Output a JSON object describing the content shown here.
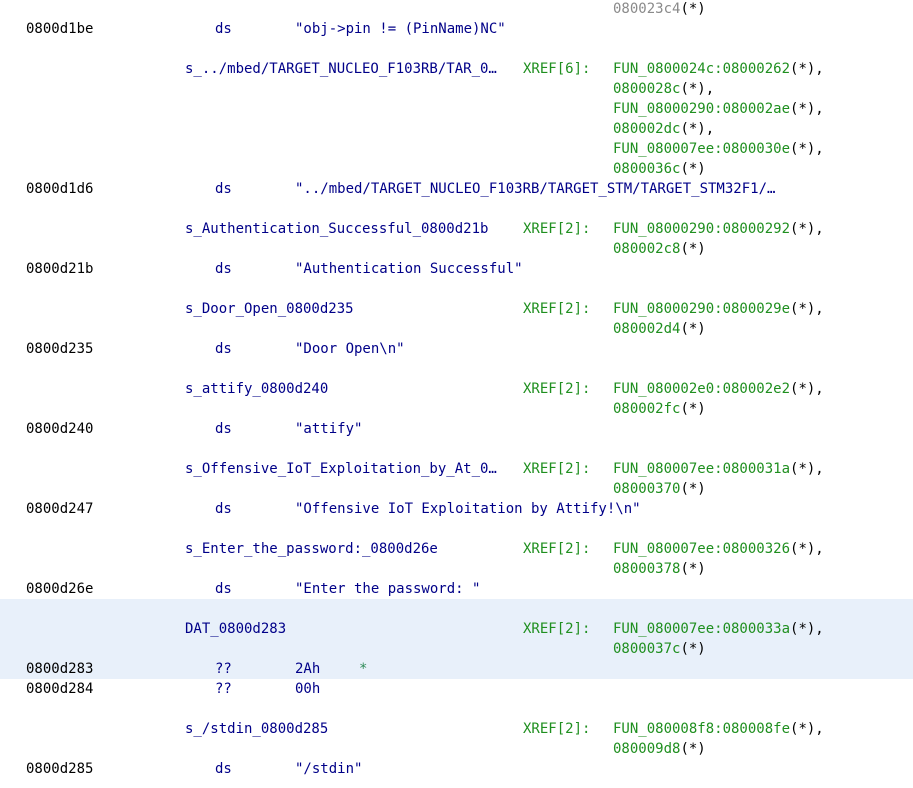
{
  "colors": {
    "address": "#000000",
    "mnemonic": "#000088",
    "label": "#000088",
    "xref": "#1f8f1f",
    "ref_collapsed": "#8a8a8a",
    "selection": "#e8f0fa"
  },
  "rows": [
    {
      "kind": "ref",
      "ref": "080023c4",
      "suffix": "(*)",
      "gray": true
    },
    {
      "kind": "data",
      "addr": "0800d1be",
      "mnem": "ds",
      "oper": "\"obj->pin != (PinName)NC\""
    },
    {
      "kind": "blank"
    },
    {
      "kind": "label",
      "label": "s_../mbed/TARGET_NUCLEO_F103RB/TAR_0…",
      "trunc": true,
      "xref": "XREF[6]:",
      "ref": "FUN_0800024c:08000262",
      "suffix": "(*),"
    },
    {
      "kind": "ref",
      "ref": "0800028c",
      "suffix": "(*),"
    },
    {
      "kind": "ref",
      "ref": "FUN_08000290:080002ae",
      "suffix": "(*),"
    },
    {
      "kind": "ref",
      "ref": "080002dc",
      "suffix": "(*),"
    },
    {
      "kind": "ref",
      "ref": "FUN_080007ee:0800030e",
      "suffix": "(*),"
    },
    {
      "kind": "ref",
      "ref": "0800036c",
      "suffix": "(*)"
    },
    {
      "kind": "data",
      "addr": "0800d1d6",
      "mnem": "ds",
      "oper": "\"../mbed/TARGET_NUCLEO_F103RB/TARGET_STM/TARGET_STM32F1/…"
    },
    {
      "kind": "blank"
    },
    {
      "kind": "label",
      "label": "s_Authentication_Successful_0800d21b",
      "xref": "XREF[2]:",
      "ref": "FUN_08000290:08000292",
      "suffix": "(*),"
    },
    {
      "kind": "ref",
      "ref": "080002c8",
      "suffix": "(*)"
    },
    {
      "kind": "data",
      "addr": "0800d21b",
      "mnem": "ds",
      "oper": "\"Authentication Successful\""
    },
    {
      "kind": "blank"
    },
    {
      "kind": "label",
      "label": "s_Door_Open_0800d235",
      "xref": "XREF[2]:",
      "ref": "FUN_08000290:0800029e",
      "suffix": "(*),"
    },
    {
      "kind": "ref",
      "ref": "080002d4",
      "suffix": "(*)"
    },
    {
      "kind": "data",
      "addr": "0800d235",
      "mnem": "ds",
      "oper": "\"Door Open\\n\""
    },
    {
      "kind": "blank"
    },
    {
      "kind": "label",
      "label": "s_attify_0800d240",
      "xref": "XREF[2]:",
      "ref": "FUN_080002e0:080002e2",
      "suffix": "(*),"
    },
    {
      "kind": "ref",
      "ref": "080002fc",
      "suffix": "(*)"
    },
    {
      "kind": "data",
      "addr": "0800d240",
      "mnem": "ds",
      "oper": "\"attify\""
    },
    {
      "kind": "blank"
    },
    {
      "kind": "label",
      "label": "s_Offensive_IoT_Exploitation_by_At_0…",
      "trunc": true,
      "xref": "XREF[2]:",
      "ref": "FUN_080007ee:0800031a",
      "suffix": "(*),"
    },
    {
      "kind": "ref",
      "ref": "08000370",
      "suffix": "(*)"
    },
    {
      "kind": "data",
      "addr": "0800d247",
      "mnem": "ds",
      "oper": "\"Offensive IoT Exploitation by Attify!\\n\""
    },
    {
      "kind": "blank"
    },
    {
      "kind": "label",
      "label": "s_Enter_the_password:_0800d26e",
      "xref": "XREF[2]:",
      "ref": "FUN_080007ee:08000326",
      "suffix": "(*),"
    },
    {
      "kind": "ref",
      "ref": "08000378",
      "suffix": "(*)"
    },
    {
      "kind": "data",
      "addr": "0800d26e",
      "mnem": "ds",
      "oper": "\"Enter the password: \""
    },
    {
      "kind": "blank",
      "selected": true
    },
    {
      "kind": "label",
      "label": "DAT_0800d283",
      "xref": "XREF[2]:",
      "ref": "FUN_080007ee:0800033a",
      "suffix": "(*),",
      "selected": true
    },
    {
      "kind": "ref",
      "ref": "0800037c",
      "suffix": "(*)",
      "selected": true
    },
    {
      "kind": "data",
      "addr": "0800d283",
      "mnem": "??",
      "oper": "2Ah",
      "mark": "*",
      "selected": true
    },
    {
      "kind": "data",
      "addr": "0800d284",
      "mnem": "??",
      "oper": "00h"
    },
    {
      "kind": "blank"
    },
    {
      "kind": "label",
      "label": "s_/stdin_0800d285",
      "xref": "XREF[2]:",
      "ref": "FUN_080008f8:080008fe",
      "suffix": "(*),"
    },
    {
      "kind": "ref",
      "ref": "080009d8",
      "suffix": "(*)"
    },
    {
      "kind": "data",
      "addr": "0800d285",
      "mnem": "ds",
      "oper": "\"/stdin\""
    }
  ]
}
